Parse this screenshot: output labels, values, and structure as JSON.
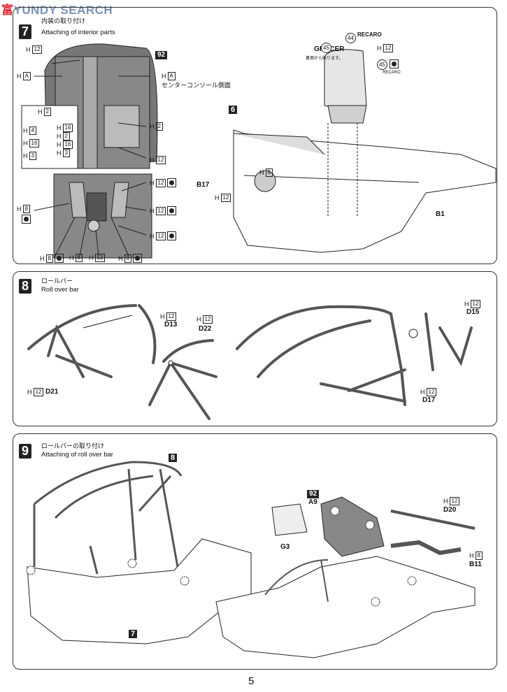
{
  "watermark": {
    "part1": "富",
    "part2": "YUNDY SEARCH"
  },
  "step7": {
    "number": "7",
    "title_jp": "内装の取り付け",
    "title_en": "Attaching of interior parts",
    "part_92": "92",
    "console_jp": "センターコンソール側面",
    "seat_brand_left": "GRACER",
    "seat_note_jp": "裏側から貼ります。",
    "seat_brand_right": "RECARO",
    "seat_brand_small": "RECARO",
    "decal_44": "44",
    "decal_45a": "45",
    "decal_45b": "45",
    "ref_6": "6",
    "b17": "B17",
    "b1": "B1",
    "callouts": {
      "h12_top": "12",
      "ha_left": "A",
      "ha_right": "A",
      "h2_right": "2",
      "h12_right": "12",
      "inset_h2a": "2",
      "inset_h4": "4",
      "inset_h16a": "16",
      "inset_h2b": "2",
      "inset_h16b": "16",
      "inset_h16c": "16",
      "inset_h3a": "3",
      "inset_h3b": "3",
      "h12_seat1": "12",
      "h12_seat2": "12",
      "h12_seat3": "12",
      "h8_left": "8",
      "h8_b1": "8",
      "h8_b2": "8",
      "h12_b": "12",
      "h8_b3": "8",
      "h8_body": "8",
      "h12_body": "12",
      "h12_seatmount": "12"
    },
    "h_letter": "H"
  },
  "step8": {
    "number": "8",
    "title_jp": "ロールバー",
    "title_en": "Roll over bar",
    "d13": "D13",
    "d22": "D22",
    "d21": "D21",
    "d15": "D15",
    "d17": "D17",
    "h12a": "12",
    "h12b": "12",
    "h12c": "12",
    "h12d": "12",
    "h12e": "12"
  },
  "step9": {
    "number": "9",
    "title_jp": "ロールバーの取り付け",
    "title_en": "Attaching of roll over bar",
    "ref_8": "8",
    "ref_7": "7",
    "part_92": "92",
    "a9": "A9",
    "g3": "G3",
    "d20": "D20",
    "b11": "B11",
    "h12": "12",
    "h8": "8"
  },
  "page_number": "5"
}
